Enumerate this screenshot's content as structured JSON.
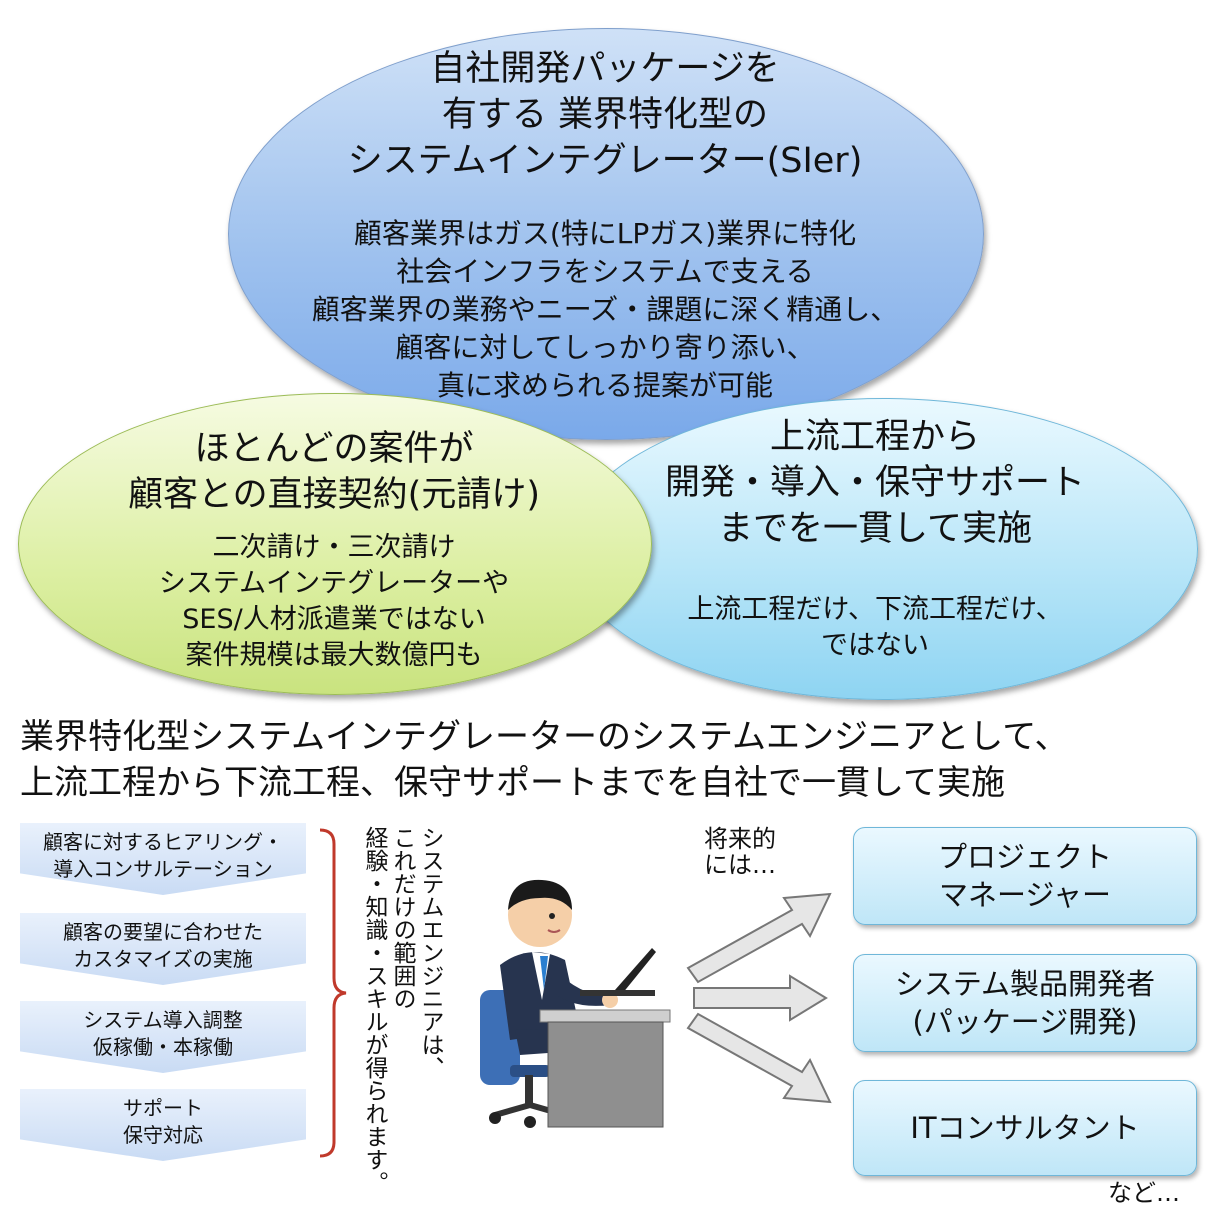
{
  "top_ellipse": {
    "title": [
      "自社開発パッケージを",
      "有する 業界特化型の",
      "システムインテグレーター(SIer)"
    ],
    "body": [
      "顧客業界はガス(特にLPガス)業界に特化",
      "社会インフラをシステムで支える",
      "顧客業界の業務やニーズ・課題に深く精通し、",
      "顧客に対してしっかり寄り添い、",
      "真に求められる提案が可能"
    ]
  },
  "left_ellipse": {
    "title": [
      "ほとんどの案件が",
      "顧客との直接契約(元請け)"
    ],
    "body": [
      "二次請け・三次請け",
      "システムインテグレーターや",
      "SES/人材派遣業ではない",
      "案件規模は最大数億円も"
    ]
  },
  "right_ellipse": {
    "title": [
      "上流工程から",
      "開発・導入・保守サポート",
      "までを一貫して実施"
    ],
    "body": [
      "上流工程だけ、下流工程だけ、",
      "ではない"
    ]
  },
  "headline": [
    "業界特化型システムインテグレーターのシステムエンジニアとして、",
    "上流工程から下流工程、保守サポートまでを自社で一貫して実施"
  ],
  "steps": [
    [
      "顧客に対するヒアリング・",
      "導入コンサルテーション"
    ],
    [
      "顧客の要望に合わせた",
      "カスタマイズの実施"
    ],
    [
      "システム導入調整",
      "仮稼働・本稼働"
    ],
    [
      "サポート",
      "保守対応"
    ]
  ],
  "vertical_text": [
    "システムエンジニアは、",
    "これだけの範囲の",
    "経験・知識・スキルが得られます。"
  ],
  "future_label": [
    "将来的",
    "には…"
  ],
  "careers": [
    [
      "プロジェクト",
      "マネージャー"
    ],
    [
      "システム製品開発者",
      "(パッケージ開発)"
    ],
    [
      "ITコンサルタント"
    ]
  ],
  "etc_label": "など…",
  "colors": {
    "top_ellipse": "#9ec1ee",
    "left_ellipse": "#dcefa2",
    "right_ellipse": "#b9e6f8",
    "step_box": "#c9dbf4",
    "bracket": "#c0392b",
    "career_box": "#bfe6f7"
  }
}
